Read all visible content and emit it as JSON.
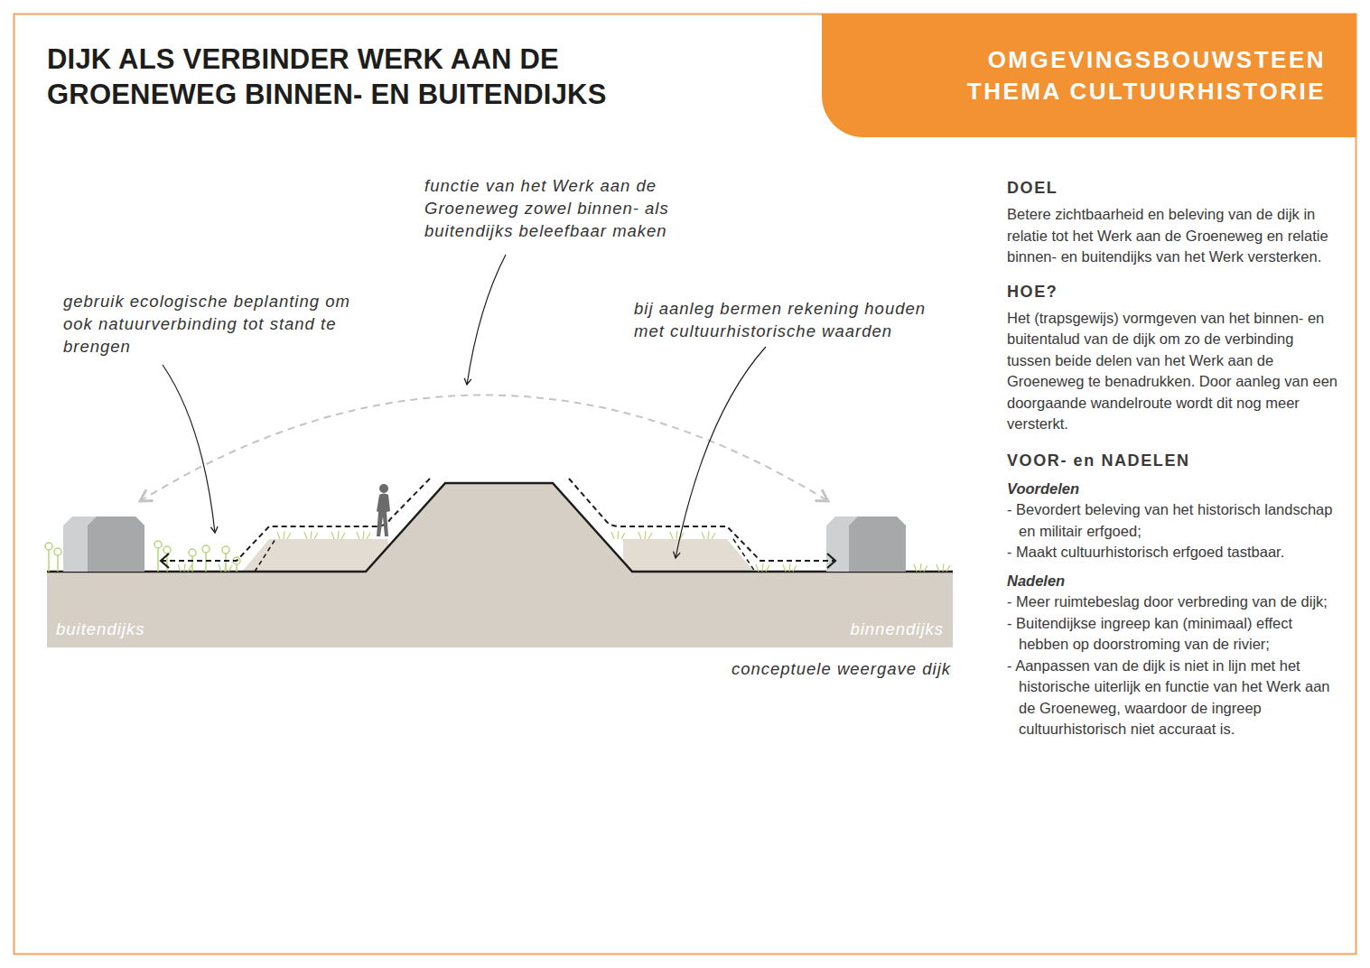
{
  "diagram": {
    "title": "DIJK ALS VERBINDER WERK AAN DE GROENEWEG BINNEN- EN BUITENDIJKS",
    "nodes": [
      {
        "text": [
          "OMGEVINGSBOUWSTEEN THEMA CULTUURHISTORIE"
        ]
      },
      {
        "text": [
          "buitendijks",
          "binnendijks"
        ]
      }
    ],
    "labels": [
      "functie van het Werk aan de Groeneweg zowel binnen- als buitendijks beleefbaar maken",
      "gebruik ecologische beplanting om ook natuurverbinding tot stand te brengen",
      "bij aanleg bermen rekening houden met cultuurhistorische waarden",
      "conceptuele weergave dijk",
      "DOEL",
      "Betere zichtbaarheid en beleving van de dijk in relatie tot het Werk aan de Groeneweg en relatie binnen- en buitendijks van het Werk versterken.",
      "HOE?",
      "Het (trapsgewijs) vormgeven van het binnen- en buitentalud van de dijk om zo de verbinding tussen beide delen van het Werk aan de Groeneweg te benadrukken. Door aanleg van een doorgaande wandelroute wordt dit nog meer versterkt.",
      "VOOR- en NADELEN",
      "Voordelen",
      "- Bevordert beleving van het historisch landschap en militair erfgoed;",
      "- Maakt cultuurhistorisch erfgoed tastbaar.",
      "Nadelen",
      "- Meer ruimtebeslag door verbreding van de dijk;",
      "- Buitendijkse ingreep kan (minimaal) effect hebben op doorstroming van de rivier;",
      "- Aanpassen van de dijk is niet in lijn met het historische uiterlijk en functie van het Werk aan de Groeneweg, waardoor de ingreep cultuurhistorisch niet accuraat is."
    ]
  }
}
